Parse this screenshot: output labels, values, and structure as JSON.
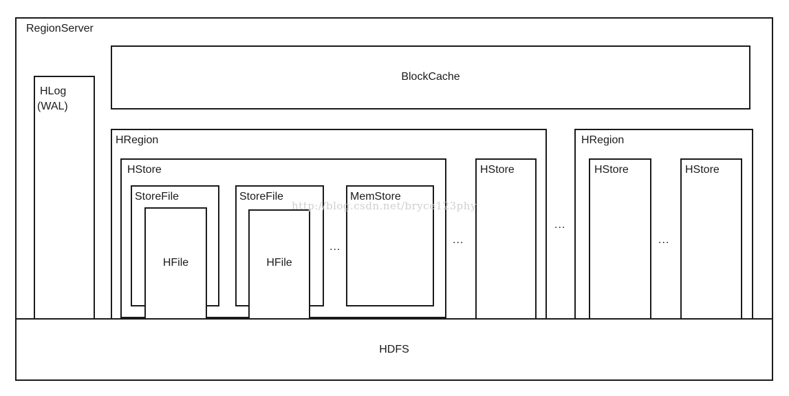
{
  "region_server": {
    "label": "RegionServer"
  },
  "hlog": {
    "label_line1": "HLog",
    "label_line2": "(WAL)"
  },
  "block_cache": {
    "label": "BlockCache"
  },
  "hregion_1": {
    "label": "HRegion",
    "hstore_main": {
      "label": "HStore",
      "storefile_1": {
        "label": "StoreFile",
        "hfile": "HFile"
      },
      "storefile_2": {
        "label": "StoreFile",
        "hfile": "HFile"
      },
      "ellipsis": "...",
      "memstore": {
        "label": "MemStore"
      }
    },
    "ellipsis": "...",
    "hstore_2": {
      "label": "HStore"
    }
  },
  "between_regions_ellipsis": "...",
  "hregion_2": {
    "label": "HRegion",
    "hstore_1": {
      "label": "HStore"
    },
    "ellipsis": "...",
    "hstore_2": {
      "label": "HStore"
    }
  },
  "hdfs": {
    "label": "HDFS"
  },
  "watermark": "http://blog.csdn.net/bryce123phy"
}
